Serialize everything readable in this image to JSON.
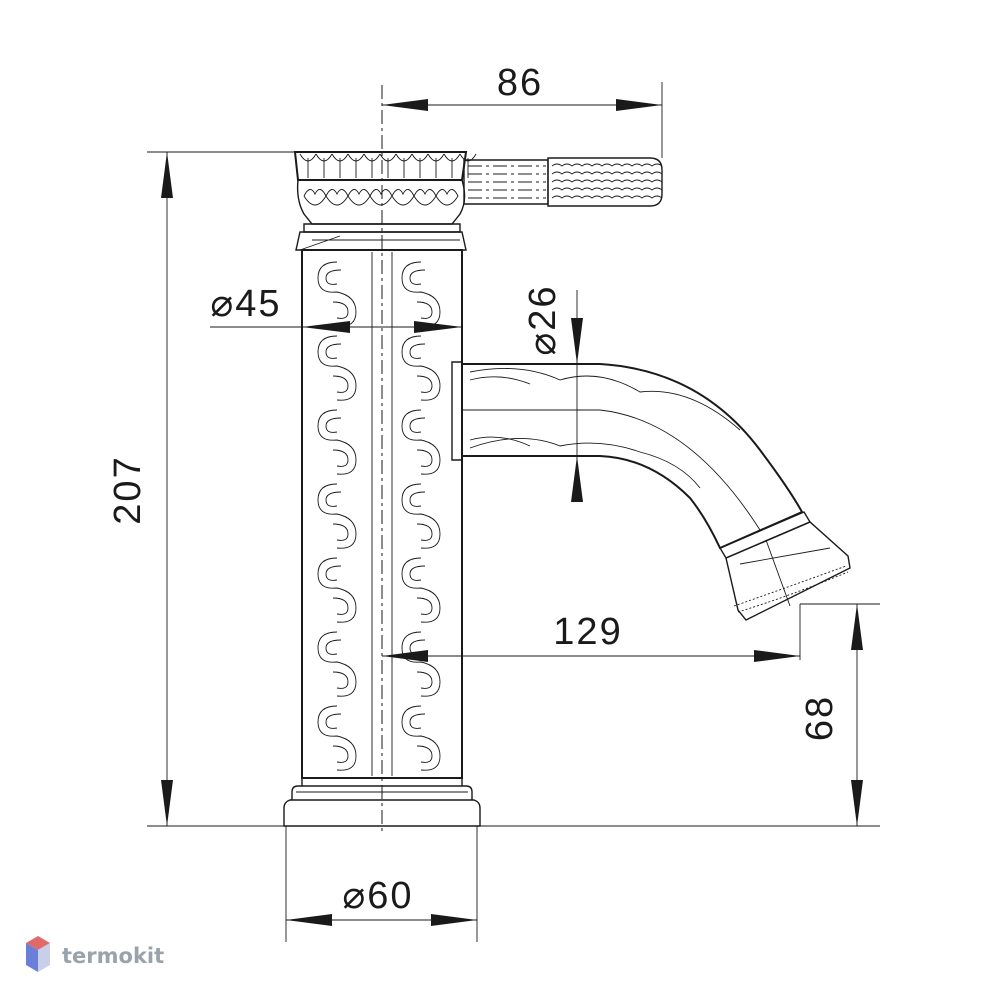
{
  "dimensions": {
    "handle_reach": "86",
    "body_diameter": "⌀45",
    "spout_diameter": "⌀26",
    "total_height": "207",
    "spout_reach": "129",
    "spout_height": "68",
    "base_diameter": "⌀60"
  },
  "watermark": {
    "brand": "termokit",
    "logo_colors": [
      "#e06a6a",
      "#6c7fd8",
      "#c9cfe8"
    ]
  }
}
